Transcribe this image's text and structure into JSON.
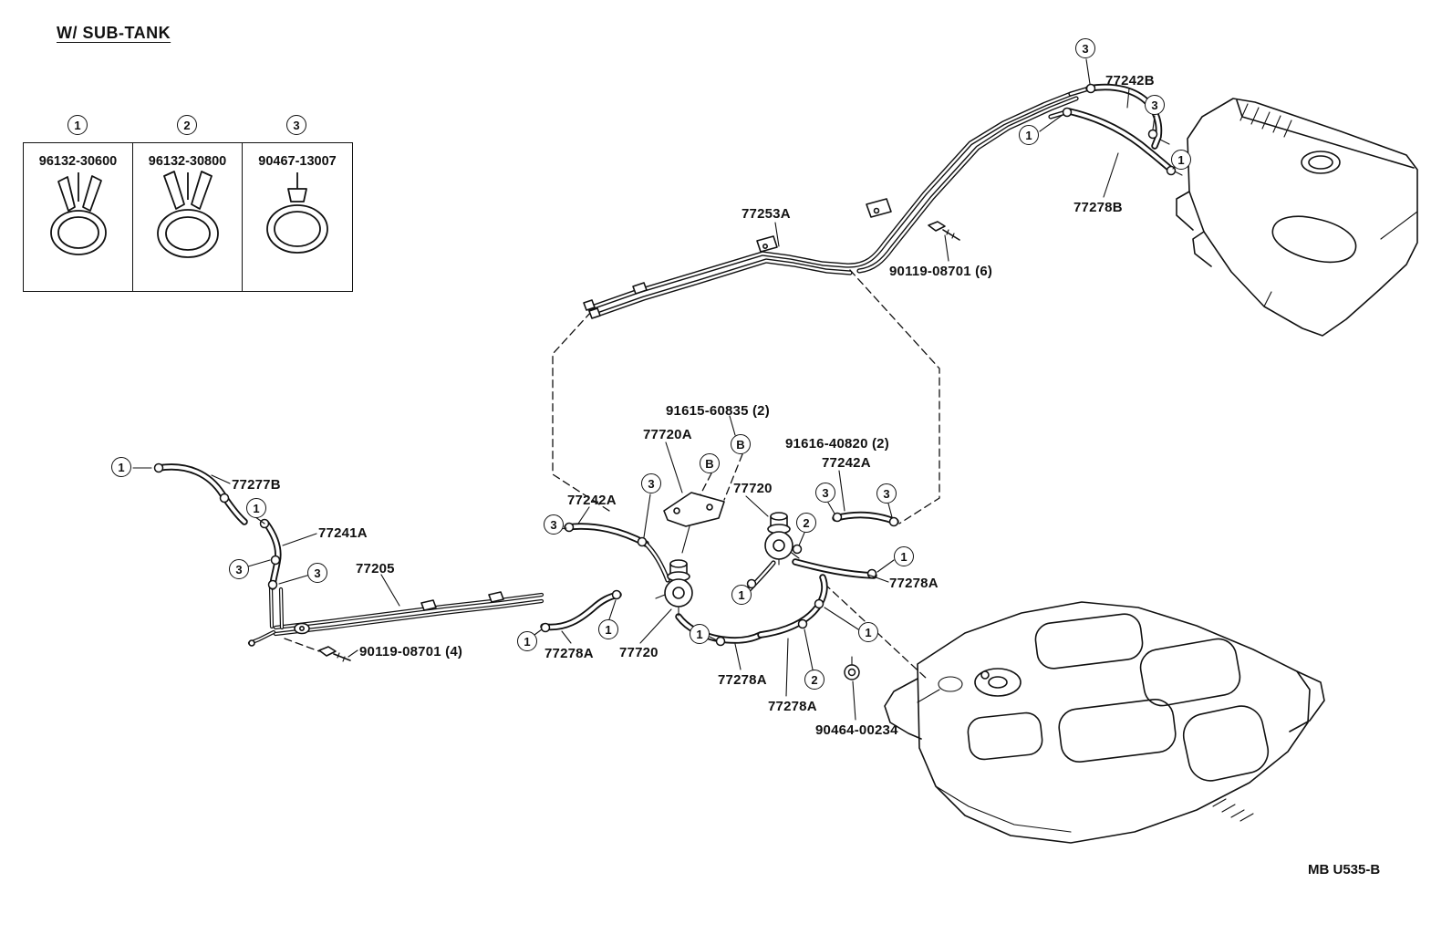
{
  "title": "W/ SUB-TANK",
  "footer": "MB U535-B",
  "ink_color": "#111111",
  "legend": {
    "items": [
      {
        "num": "1",
        "part": "96132-30600",
        "icon": "spring-clamp-small"
      },
      {
        "num": "2",
        "part": "96132-30800",
        "icon": "spring-clamp-large"
      },
      {
        "num": "3",
        "part": "90467-13007",
        "icon": "ring-clamp"
      }
    ]
  },
  "labels": {
    "pipe_77253a": "77253A",
    "hose_77242b": "77242B",
    "hose_77278b": "77278B",
    "bolt_90119_6": "90119-08701 (6)",
    "bolt_91615": "91615-60835 (2)",
    "pump_77720a": "77720A",
    "bolt_91616": "91616-40820 (2)",
    "hose_77242a_mid": "77242A",
    "pump_77720_mid": "77720",
    "hose_77277b": "77277B",
    "hose_77242a_left": "77242A",
    "hose_77241a": "77241A",
    "pipe_77205": "77205",
    "hose_77278a_right": "77278A",
    "bolt_90119_4": "90119-08701 (4)",
    "hose_77278a_left": "77278A",
    "pump_77720_bot": "77720",
    "hose_77278a_mid": "77278A",
    "hose_77278a_bot": "77278A",
    "grommet_90464": "90464-00234"
  },
  "callouts": [
    {
      "n": "1"
    },
    {
      "n": "1"
    },
    {
      "n": "3"
    },
    {
      "n": "3"
    },
    {
      "n": "3"
    },
    {
      "n": "3"
    },
    {
      "n": "1"
    },
    {
      "n": "1"
    },
    {
      "n": "B"
    },
    {
      "n": "B"
    },
    {
      "n": "2"
    },
    {
      "n": "3"
    },
    {
      "n": "3"
    },
    {
      "n": "1"
    },
    {
      "n": "1"
    },
    {
      "n": "1"
    },
    {
      "n": "2"
    },
    {
      "n": "1"
    },
    {
      "n": "3"
    },
    {
      "n": "3"
    },
    {
      "n": "1"
    },
    {
      "n": "1"
    }
  ]
}
